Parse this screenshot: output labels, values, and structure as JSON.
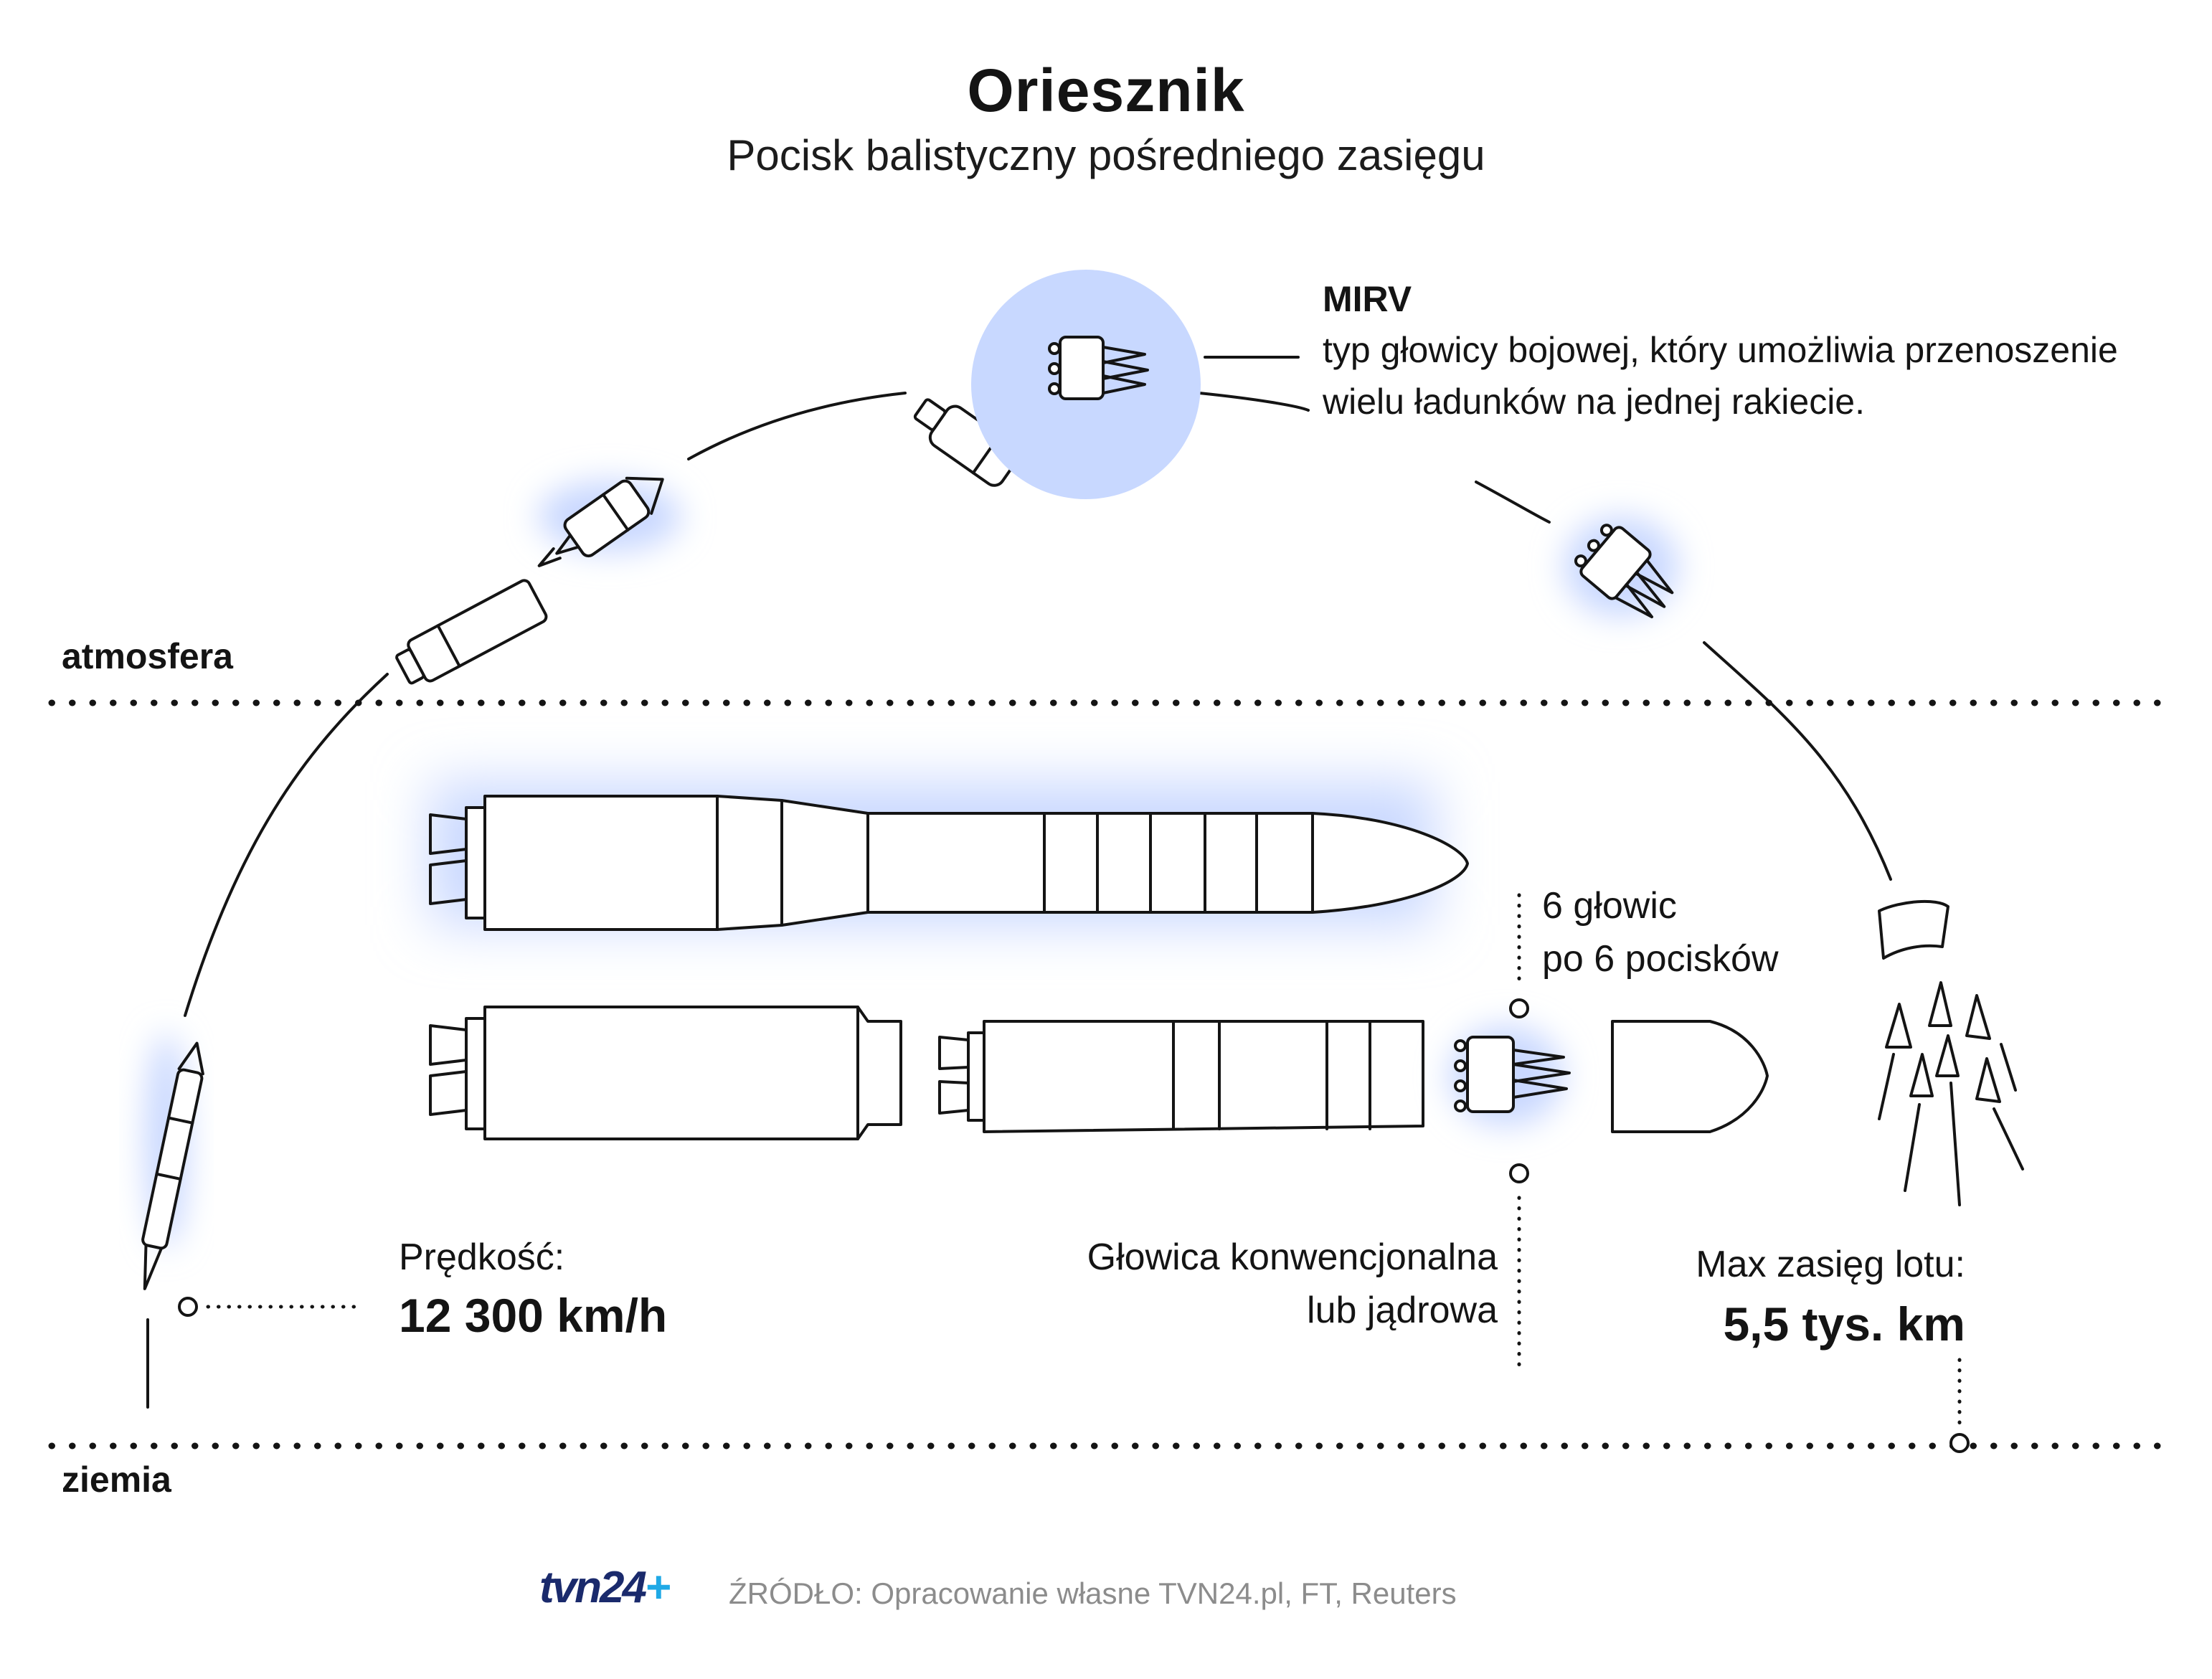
{
  "header": {
    "title": "Oriesznik",
    "subtitle": "Pocisk balistyczny pośredniego zasięgu"
  },
  "zones": {
    "atmosphere": "atmosfera",
    "ground": "ziemia"
  },
  "mirv": {
    "title": "MIRV",
    "description": "typ głowicy bojowej, który umożliwia przenoszenie wielu ładunków na jednej rakiecie."
  },
  "warheads": {
    "line1": "6 głowic",
    "line2": "po 6 pocisków"
  },
  "speed": {
    "label": "Prędkość:",
    "value": "12 300 km/h"
  },
  "warhead_type": {
    "line1": "Głowica konwencjonalna",
    "line2": "lub jądrowa"
  },
  "range": {
    "label": "Max zasięg lotu:",
    "value": "5,5 tys. km"
  },
  "footer": {
    "logo_main": "tvn24",
    "logo_plus": "+",
    "source": "ŹRÓDŁO: Opracowanie własne TVN24.pl, FT, Reuters"
  },
  "colors": {
    "glow": "#c9d8ff",
    "highlight_circle": "#c8d8ff",
    "stroke": "#141414",
    "logo_dark": "#1a2a6c",
    "logo_accent": "#1fa9e6"
  },
  "icons": [
    "rocket-launch-icon",
    "rocket-stage-icon",
    "mirv-bus-icon",
    "warhead-cluster-icon",
    "missile-full-icon",
    "missile-stages-icon",
    "nose-cone-icon"
  ]
}
